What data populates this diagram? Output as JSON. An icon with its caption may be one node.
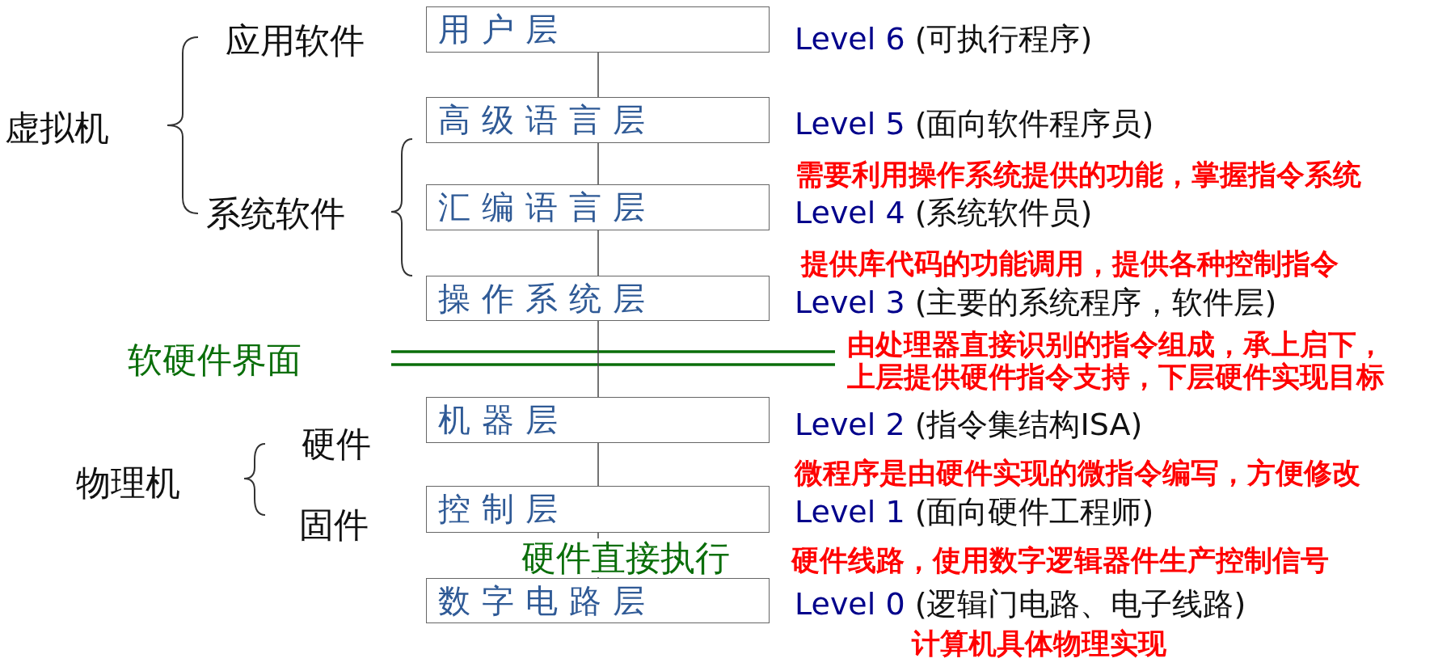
{
  "diagram": {
    "nodes": [
      {
        "text": [
          "用户层"
        ],
        "beside": [
          "Level 6",
          "(可执行程序)"
        ]
      },
      {
        "text": [
          "高级语言层"
        ],
        "beside": [
          "Level 5",
          "(面向软件程序员)"
        ]
      },
      {
        "text": [
          "汇编语言层"
        ],
        "beside": [
          "Level 4",
          "(系统软件员)"
        ]
      },
      {
        "text": [
          "操作系统层"
        ],
        "beside": [
          "Level 3",
          "(主要的系统程序，软件层)"
        ]
      },
      {
        "text": [
          "机器层"
        ],
        "beside": [
          "Level 2",
          "(指令集结构ISA)"
        ]
      },
      {
        "text": [
          "控制层"
        ],
        "beside": [
          "Level 1",
          "(面向硬件工程师)"
        ]
      },
      {
        "text": [
          "数字电路层"
        ],
        "beside": [
          "Level 0",
          "(逻辑门电路、电子线路)"
        ]
      }
    ],
    "edges": [
      {
        "from": 0,
        "to": 1,
        "arrow": "none"
      },
      {
        "from": 1,
        "to": 2,
        "arrow": "none"
      },
      {
        "from": 2,
        "to": 3,
        "arrow": "none"
      },
      {
        "from": 3,
        "to": 4,
        "arrow": "none"
      },
      {
        "from": 4,
        "to": 5,
        "arrow": "none"
      },
      {
        "from": 5,
        "to": 6,
        "arrow": "none",
        "label": "硬件直接执行"
      }
    ],
    "labels": [
      "应用软件",
      "虚拟机",
      "系统软件",
      "需要利用操作系统提供的功能，掌握指令系统",
      "提供库代码的功能调用，提供各种控制指令",
      "软硬件界面",
      "由处理器直接识别的指令组成，承上启下，上层提供硬件指令支持，下层硬件实现目标",
      "硬件",
      "物理机",
      "微程序是由硬件实现的微指令编写，方便修改",
      "固件",
      "硬件线路，使用数字逻辑器件生产控制信号",
      "计算机具体物理实现"
    ]
  }
}
